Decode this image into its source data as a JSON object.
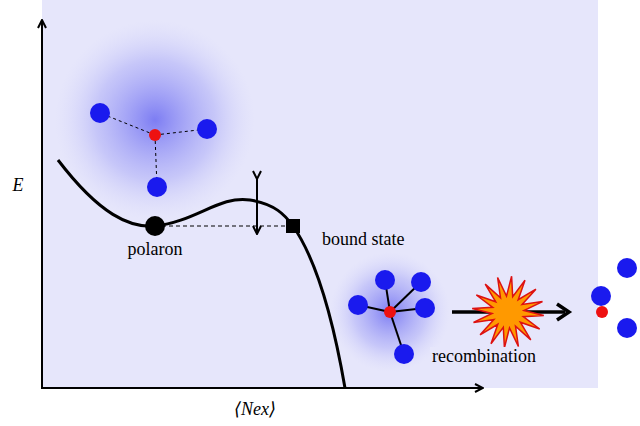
{
  "diagram": {
    "labels": [
      "E",
      "polaron",
      "bound state",
      "recombination",
      "⟨Nex⟩"
    ]
  }
}
